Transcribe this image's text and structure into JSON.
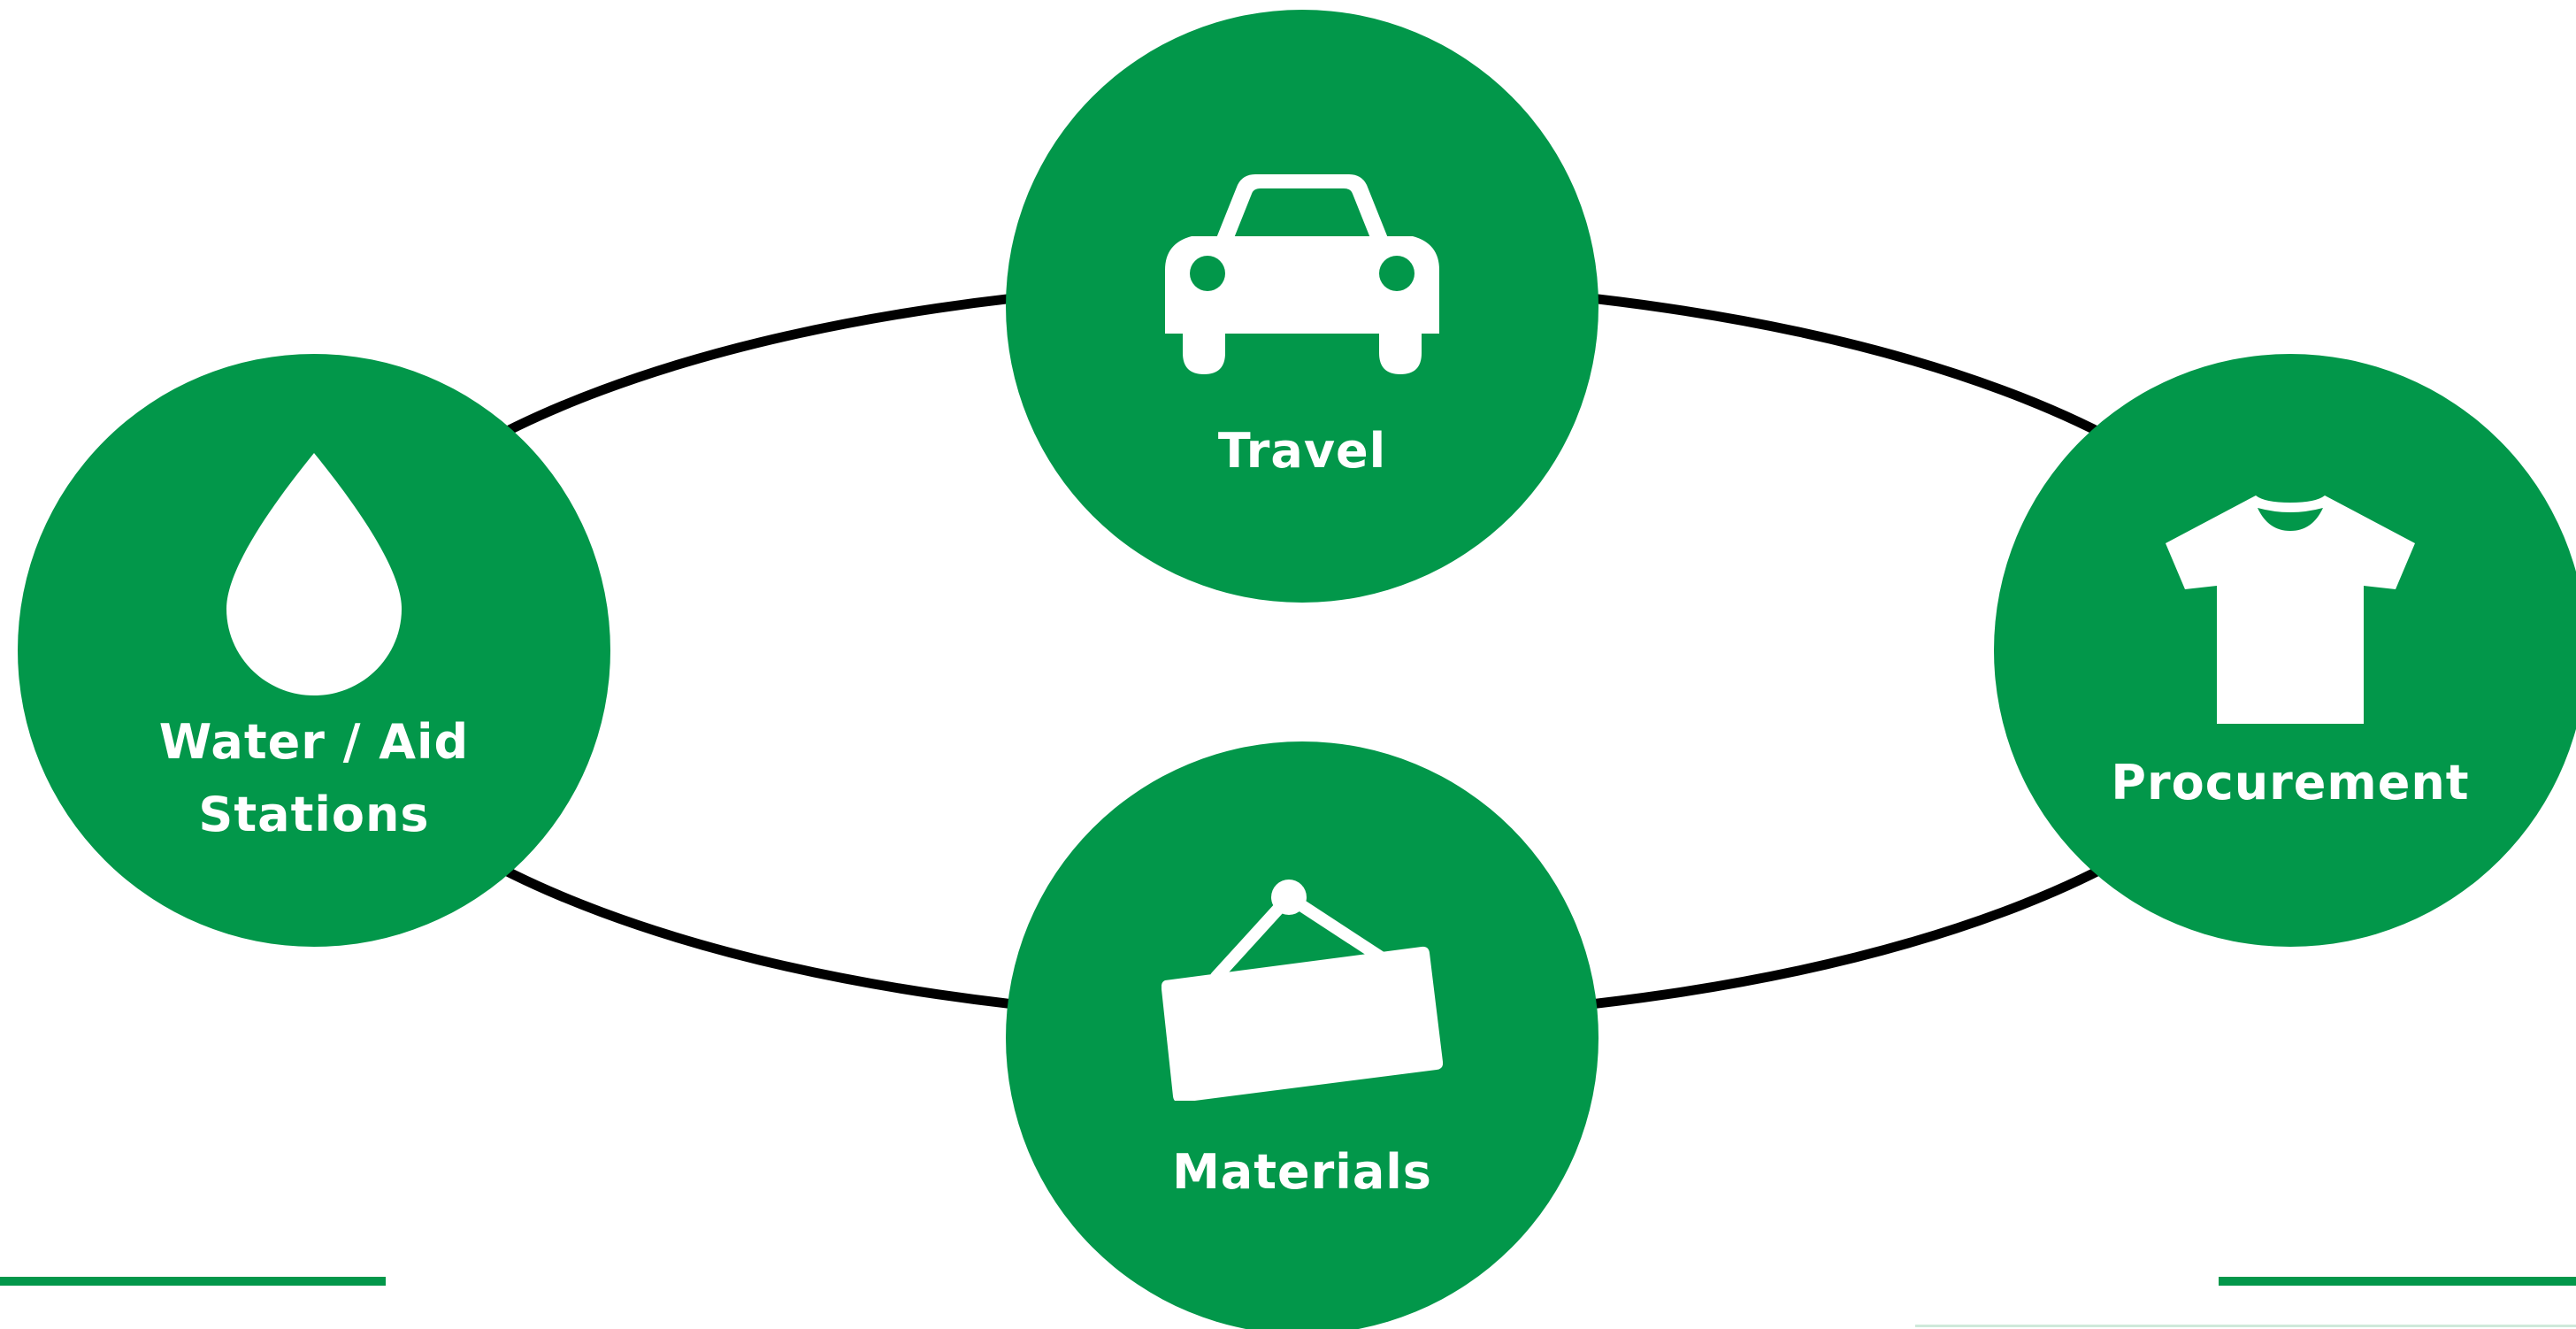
{
  "colors": {
    "accent": "#02974a",
    "icon": "#ffffff",
    "orbit": "#000000"
  },
  "nodes": {
    "travel": {
      "label": "Travel",
      "icon": "car-icon"
    },
    "water": {
      "label_line1": "Water / Aid",
      "label_line2": "Stations",
      "icon": "water-drop-icon"
    },
    "procurement": {
      "label": "Procurement",
      "icon": "t-shirt-icon"
    },
    "materials": {
      "label": "Materials",
      "icon": "hanging-sign-icon"
    }
  }
}
